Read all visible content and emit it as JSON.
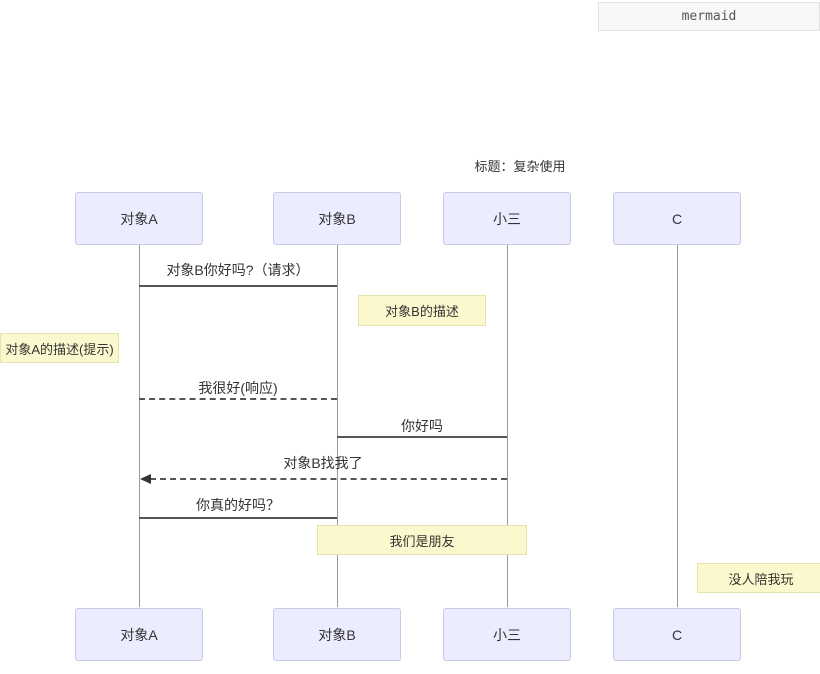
{
  "header": {
    "tab_label": "mermaid"
  },
  "diagram": {
    "title": "标题：复杂使用",
    "actors": [
      {
        "id": "A",
        "label": "对象A"
      },
      {
        "id": "B",
        "label": "对象B"
      },
      {
        "id": "X",
        "label": "小三"
      },
      {
        "id": "C",
        "label": "C"
      }
    ],
    "messages": [
      {
        "from": "对象A",
        "to": "对象B",
        "text": "对象B你好吗?（请求）",
        "line": "solid",
        "arrow": "none"
      },
      {
        "from": "对象B",
        "to": "对象A",
        "text": "我很好(响应)",
        "line": "dashed",
        "arrow": "none"
      },
      {
        "from": "小三",
        "to": "对象B",
        "text": "你好吗",
        "line": "solid",
        "arrow": "none"
      },
      {
        "from": "小三",
        "to": "对象A",
        "text": "对象B找我了",
        "line": "dashed",
        "arrow": "filled-left"
      },
      {
        "from": "对象A",
        "to": "对象B",
        "text": "你真的好吗？",
        "line": "solid",
        "arrow": "none"
      }
    ],
    "notes": [
      {
        "position": "right of 对象B",
        "text": "对象B的描述"
      },
      {
        "position": "left of 对象A",
        "text": "对象A的描述(提示)"
      },
      {
        "position": "over 对象B,小三",
        "text": "我们是朋友"
      },
      {
        "position": "right of C",
        "text": "没人陪我玩"
      }
    ],
    "colors": {
      "actor_fill": "#ECECFF",
      "actor_border": "#C9C9E8",
      "note_fill": "#FCF8CD",
      "note_border": "#E6E3AE",
      "message_line": "#555555",
      "lifeline": "#9A9A9A"
    }
  }
}
